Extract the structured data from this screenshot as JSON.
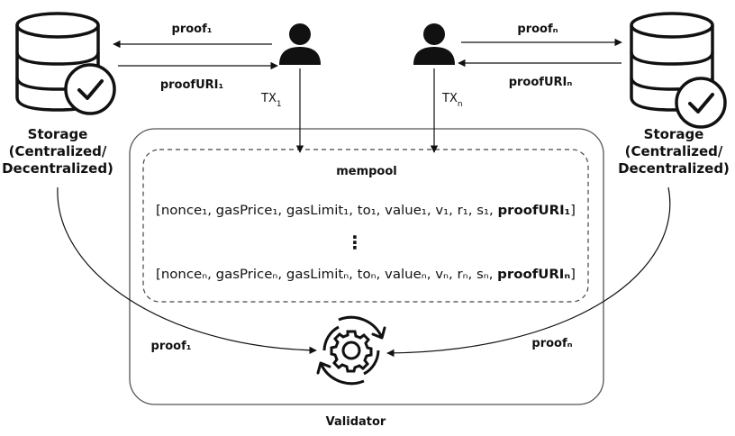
{
  "left_user": {
    "proof_label": "proof₁",
    "proof_uri_label": "proofURI₁",
    "tx_base": "TX",
    "tx_sub": "1"
  },
  "right_user": {
    "proof_label": "proofₙ",
    "proof_uri_label": "proofURIₙ",
    "tx_base": "TX",
    "tx_sub": "n"
  },
  "storage_left": {
    "line1": "Storage",
    "line2": "(Centralized/",
    "line3": "Decentralized)"
  },
  "storage_right": {
    "line1": "Storage",
    "line2": "(Centralized/",
    "line3": "Decentralized)"
  },
  "mempool": {
    "title": "mempool",
    "row1_plain": "[nonce₁, gasPrice₁, gasLimit₁, to₁, value₁, v₁, r₁, s₁, ",
    "row1_bold": "proofURI₁",
    "row1_close": "]",
    "ellipsis": "⋮",
    "rown_plain": "[nonceₙ, gasPriceₙ, gasLimitₙ, toₙ, valueₙ, vₙ, rₙ, sₙ, ",
    "rown_bold": "proofURIₙ",
    "rown_close": "]"
  },
  "validator": {
    "label": "Validator",
    "left_proof_label": "proof₁",
    "right_proof_label": "proofₙ"
  },
  "icons": {
    "storage": "database-check-icon",
    "user": "user-icon",
    "validator": "gear-cycle-icon"
  }
}
